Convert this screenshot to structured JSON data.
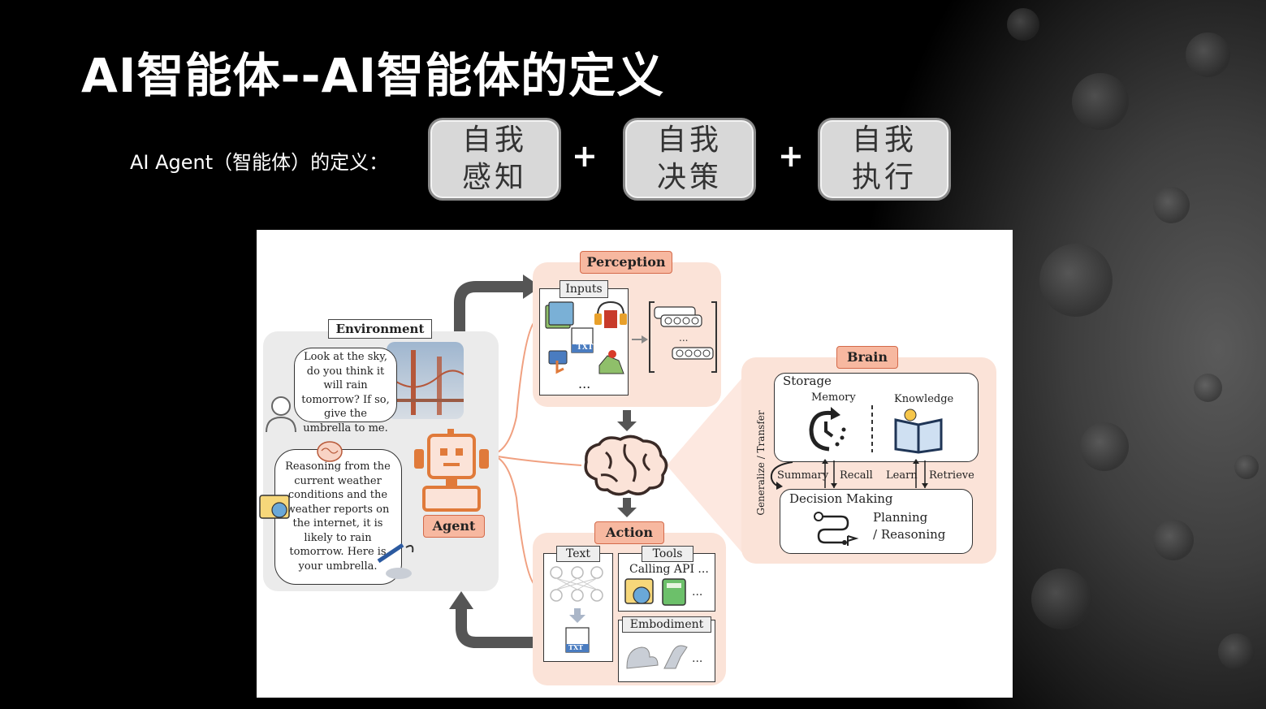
{
  "slide": {
    "title": "AI智能体--AI智能体的定义",
    "definition_label": "AI Agent（智能体）的定义：",
    "components": [
      {
        "line1": "自我",
        "line2": "感知"
      },
      {
        "line1": "自我",
        "line2": "决策"
      },
      {
        "line1": "自我",
        "line2": "执行"
      }
    ],
    "plus_sign": "+"
  },
  "figure": {
    "environment": {
      "label": "Environment",
      "question": "Look at the sky, do you think it will rain tomorrow? If so, give the umbrella to me.",
      "answer": "Reasoning from the current weather conditions and the weather reports on the internet, it is likely to rain tomorrow. Here is your umbrella."
    },
    "agent": {
      "label": "Agent"
    },
    "perception": {
      "label": "Perception",
      "inputs_label": "Inputs",
      "txt_icon": "TXT",
      "ellipsis": "..."
    },
    "brain": {
      "label": "Brain",
      "storage_label": "Storage",
      "memory_label": "Memory",
      "knowledge_label": "Knowledge",
      "side_label": "Generalize / Transfer",
      "summary_label": "Summary",
      "recall_label": "Recall",
      "learn_label": "Learn",
      "retrieve_label": "Retrieve",
      "decision_label": "Decision Making",
      "planning_label": "Planning",
      "reasoning_label": "/ Reasoning"
    },
    "action": {
      "label": "Action",
      "text_label": "Text",
      "tools_label": "Tools",
      "calling_api": "Calling API ...",
      "embodiment_label": "Embodiment",
      "txt_icon": "TXT",
      "ellipsis": "..."
    }
  },
  "colors": {
    "accent_orange": "#f7b8a0",
    "panel_peach": "#fbe3d8",
    "panel_gray": "#ebebeb",
    "arrow_gray": "#555555",
    "agent_orange": "#e07a3a"
  }
}
